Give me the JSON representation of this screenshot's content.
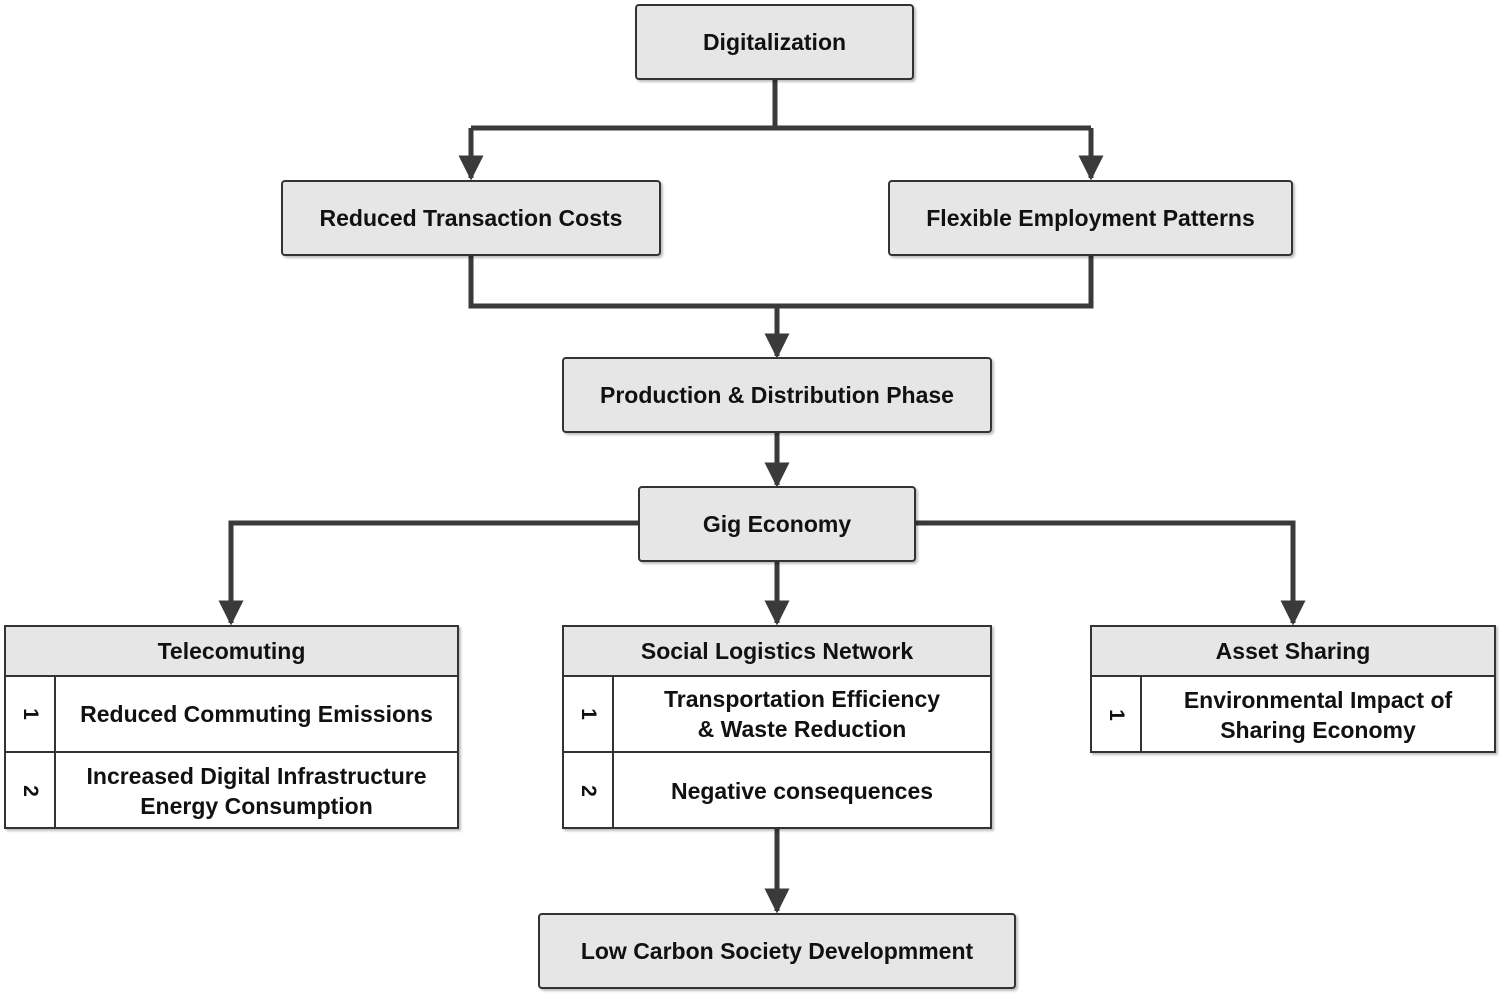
{
  "nodes": {
    "digitalization": "Digitalization",
    "reduced_transaction_costs": "Reduced Transaction Costs",
    "flexible_employment_patterns": "Flexible Employment Patterns",
    "production_distribution": "Production & Distribution Phase",
    "gig_economy": "Gig Economy",
    "low_carbon": "Low Carbon Society Developmment"
  },
  "panels": {
    "telecomuting": {
      "title": "Telecomuting",
      "items": [
        {
          "num": "1",
          "text": "Reduced Commuting Emissions"
        },
        {
          "num": "2",
          "text": "Increased Digital Infrastructure Energy Consumption"
        }
      ]
    },
    "social_logistics": {
      "title": "Social Logistics Network",
      "items": [
        {
          "num": "1",
          "text": "Transportation Efficiency & Waste Reduction"
        },
        {
          "num": "2",
          "text": "Negative consequences"
        }
      ]
    },
    "asset_sharing": {
      "title": "Asset Sharing",
      "items": [
        {
          "num": "1",
          "text": "Environmental Impact of Sharing Economy"
        }
      ]
    }
  },
  "colors": {
    "box_fill": "#e6e6e6",
    "line": "#3a3a3a",
    "text": "#111111"
  }
}
